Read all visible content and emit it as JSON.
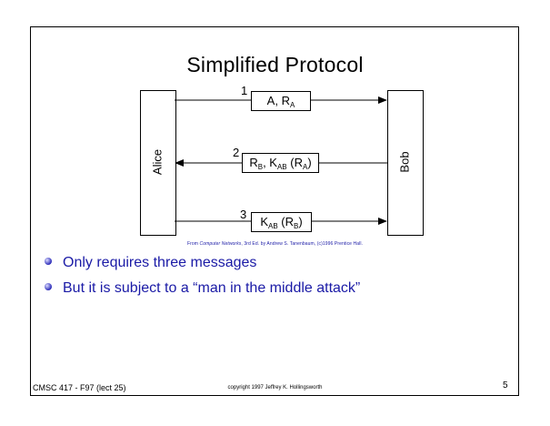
{
  "slide": {
    "title": "Simplified Protocol",
    "diagram": {
      "alice_label": "Alice",
      "bob_label": "Bob",
      "messages": [
        {
          "step": "1",
          "parts": [
            "A, R",
            "A",
            ""
          ],
          "direction": "alice-to-bob"
        },
        {
          "step": "2",
          "parts": [
            "R",
            "B",
            ", K",
            "AB",
            " (R",
            "A",
            ")"
          ],
          "direction": "bob-to-alice"
        },
        {
          "step": "3",
          "parts": [
            "K",
            "AB",
            " (R",
            "B",
            ")"
          ],
          "direction": "alice-to-bob"
        }
      ]
    },
    "credit": {
      "prefix": "From ",
      "book": "Computer Networks",
      "suffix": ", 3rd Ed. by Andrew S. Tanenbaum, (c)1996 Prentice Hall."
    },
    "bullets": [
      "Only requires three messages",
      "But it is subject to a “man in the middle attack”"
    ],
    "footer": {
      "left": "CMSC 417 - F97  (lect 25)",
      "center": "copyright 1997  Jeffrey K. Hollingsworth",
      "page_number": "5"
    }
  }
}
